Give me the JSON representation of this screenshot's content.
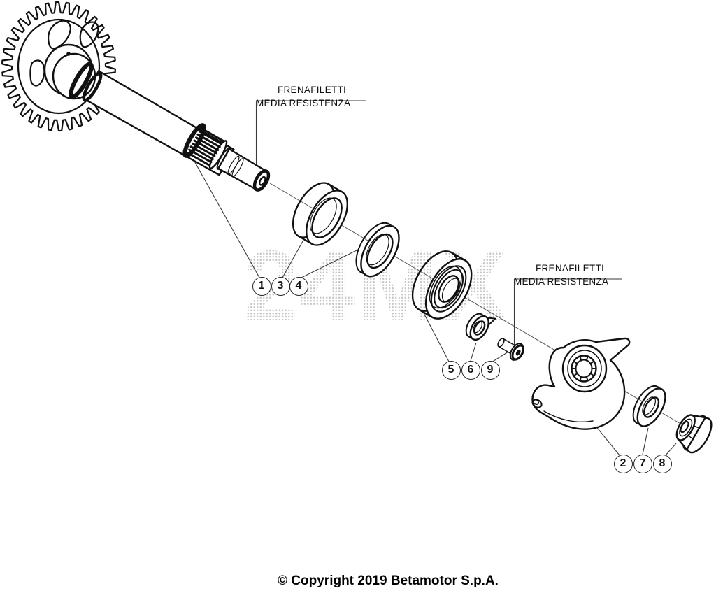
{
  "annotations": {
    "note1": {
      "line1": "FRENAFILETTI",
      "line2": "MEDIA RESISTENZA"
    },
    "note2": {
      "line1": "FRENAFILETTI",
      "line2": "MEDIA RESISTENZA"
    }
  },
  "callouts": [
    {
      "number": "1"
    },
    {
      "number": "3"
    },
    {
      "number": "4"
    },
    {
      "number": "5"
    },
    {
      "number": "6"
    },
    {
      "number": "9"
    },
    {
      "number": "2"
    },
    {
      "number": "7"
    },
    {
      "number": "8"
    }
  ],
  "watermark": {
    "text": "24MX"
  },
  "footer": {
    "copyright": "© Copyright 2019 Betamotor S.p.A."
  },
  "colors": {
    "line": "#111111",
    "leader": "#3a3a3a",
    "background": "#ffffff"
  }
}
